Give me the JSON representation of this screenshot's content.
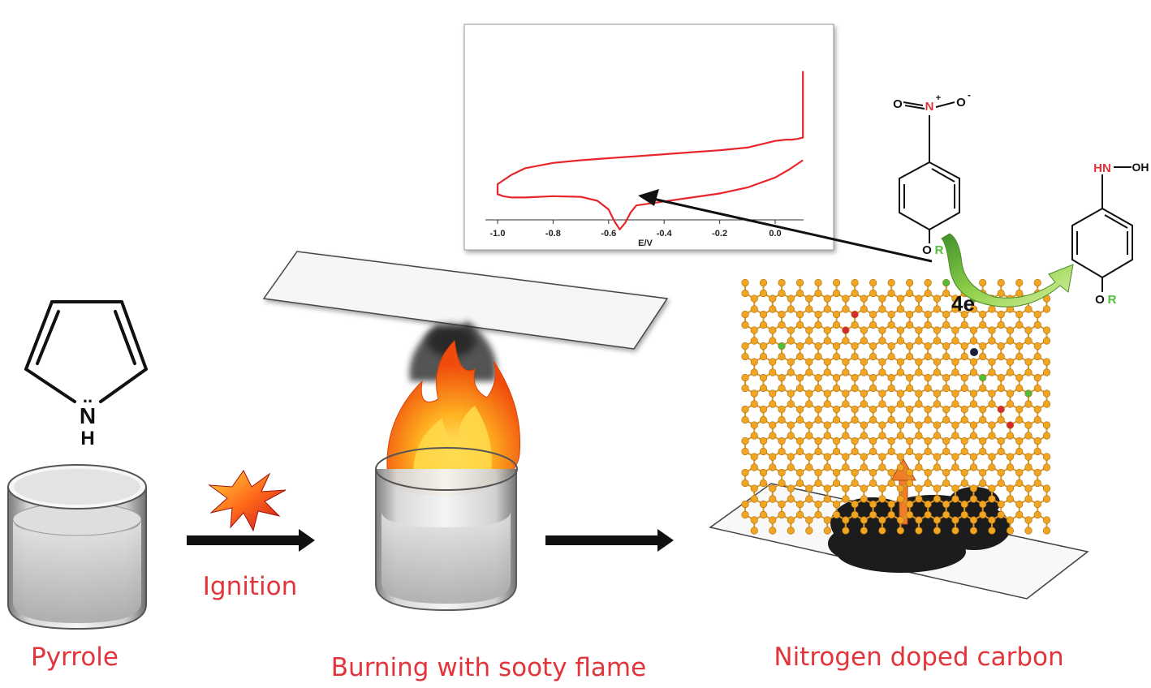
{
  "captions": {
    "pyrrole": "Pyrrole",
    "ignition": "Ignition",
    "burning": "Burning with sooty flame",
    "ndc": "Nitrogen doped carbon"
  },
  "pyrrole_molecule": {
    "nitrogen": "N",
    "hydrogen": "H",
    "lone_pair": ".."
  },
  "nitro_compound": {
    "n": "N",
    "n_charge": "+",
    "o_left": "O",
    "o_right": "O",
    "o_charge": "-",
    "substituent_o": "O",
    "substituent_r": "R"
  },
  "product_compound": {
    "hn": "HN",
    "oh": "OH",
    "substituent_o": "O",
    "substituent_r": "R"
  },
  "electrons_label": "4e",
  "colors": {
    "caption_red": "#e3343b",
    "cv_curve": "#e8252b",
    "carbon_atom": "#f2a520",
    "nitrogen_green": "#4fbf3a",
    "oxygen_red": "#d9282e",
    "flame_orange": "#f26a12",
    "arrow_orange": "#f07d2a",
    "curved_arrow_green": "#7cc040"
  },
  "chart_data": {
    "type": "line",
    "xlabel": "E/V",
    "ylabel": "",
    "xlim": [
      -1.05,
      0.12
    ],
    "xticks": [
      -1.0,
      -0.8,
      -0.6,
      -0.4,
      -0.2,
      0.0
    ],
    "tick_labels": [
      "-1.0",
      "-0.8",
      "-0.6",
      "-0.4",
      "-0.2",
      "0.0"
    ],
    "series": [
      {
        "x": [
          0.1,
          0.1,
          0.08,
          0.06,
          0.04,
          0.02,
          0.0,
          -0.02,
          -0.05,
          -0.1,
          -0.2,
          -0.3,
          -0.4,
          -0.5,
          -0.6,
          -0.7,
          -0.8,
          -0.9,
          -0.95,
          -1.0,
          -1.0,
          -0.98,
          -0.95,
          -0.9,
          -0.8,
          -0.7,
          -0.64,
          -0.6,
          -0.58,
          -0.56,
          -0.54,
          -0.52,
          -0.5,
          -0.4,
          -0.3,
          -0.2,
          -0.1,
          0.0,
          0.05,
          0.1
        ],
        "y": [
          0.7,
          -0.3,
          -0.32,
          -0.33,
          -0.33,
          -0.34,
          -0.35,
          -0.37,
          -0.4,
          -0.45,
          -0.49,
          -0.52,
          -0.55,
          -0.58,
          -0.61,
          -0.64,
          -0.68,
          -0.76,
          -0.86,
          -1.0,
          -1.15,
          -1.18,
          -1.2,
          -1.2,
          -1.18,
          -1.19,
          -1.25,
          -1.38,
          -1.55,
          -1.68,
          -1.58,
          -1.42,
          -1.32,
          -1.26,
          -1.2,
          -1.14,
          -1.05,
          -0.9,
          -0.78,
          -0.64
        ]
      }
    ]
  }
}
